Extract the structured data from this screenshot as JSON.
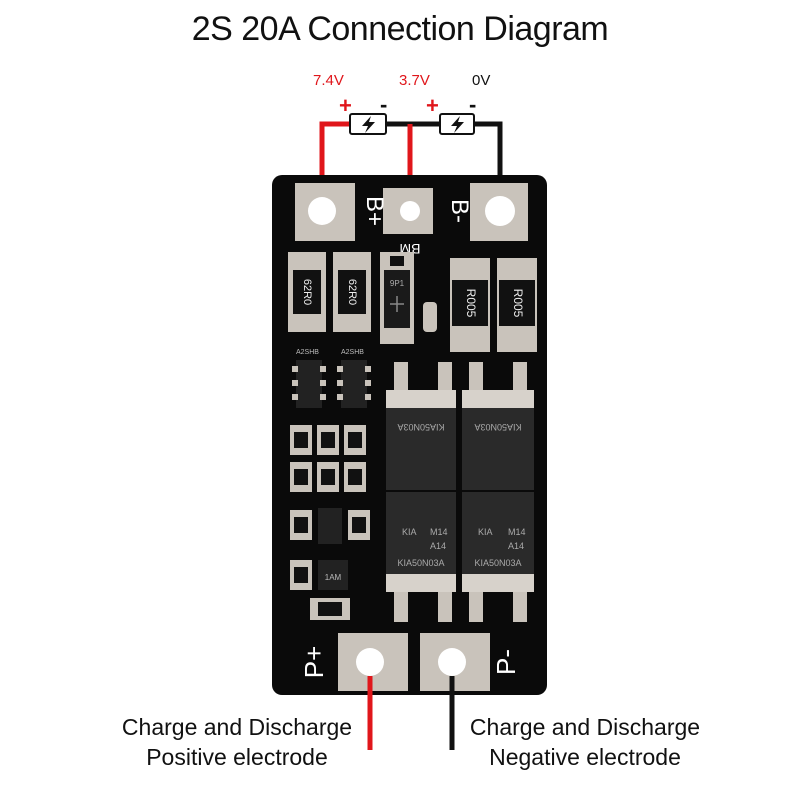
{
  "title": "2S 20A Connection Diagram",
  "voltages": [
    {
      "label": "7.4V",
      "sign": "+",
      "color": "#e0161b"
    },
    {
      "label": "3.7V",
      "sign": "+",
      "color": "#e0161b"
    },
    {
      "label": "0V",
      "sign": "-",
      "color": "#111111"
    }
  ],
  "minus_sign_1": "-",
  "pad_labels": {
    "b_plus": "B+",
    "b_minus": "B-",
    "bm": "BM",
    "p_plus": "P+",
    "p_minus": "P-"
  },
  "component_labels": {
    "resistor_1": "62R0",
    "resistor_2": "62R0",
    "shunt_1": "R005",
    "shunt_2": "R005",
    "diode": "9P1",
    "ic_1": "A2SHB",
    "ic_2": "A2SHB",
    "ic_3": "1AM",
    "mosfet_part": "KIA50N03A",
    "mosfet_code_1": "M14",
    "mosfet_code_2": "A14",
    "mosfet_kia": "KIA"
  },
  "captions": {
    "positive": [
      "Charge and Discharge",
      "Positive electrode"
    ],
    "negative": [
      "Charge and Discharge",
      "Negative electrode"
    ]
  },
  "colors": {
    "positive_wire": "#e0161b",
    "negative_wire": "#111111",
    "pcb": "#0a0a0a",
    "pad": "#c9c3bb"
  }
}
